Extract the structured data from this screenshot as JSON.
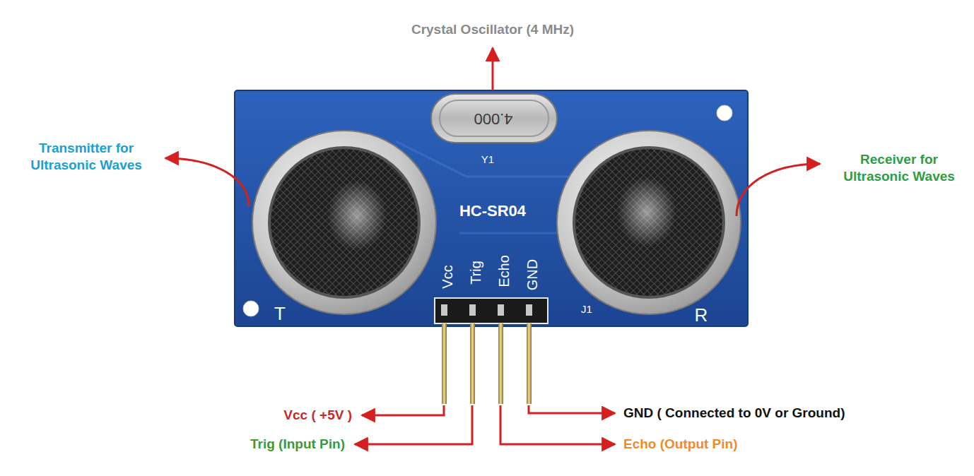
{
  "diagram": {
    "labels": [
      "Crystal Oscillator (4 MHz)",
      "Transmitter for Ultrasonic Waves",
      "Receiver for Ultrasonic Waves",
      "4.000",
      "Y1",
      "HC-SR04",
      "Vcc",
      "Trig",
      "Echo",
      "GND",
      "T",
      "J1",
      "R",
      "Vcc ( +5V )",
      "Trig (Input Pin)",
      "Echo (Output Pin)",
      "GND ( Connected to 0V or Ground)"
    ]
  }
}
